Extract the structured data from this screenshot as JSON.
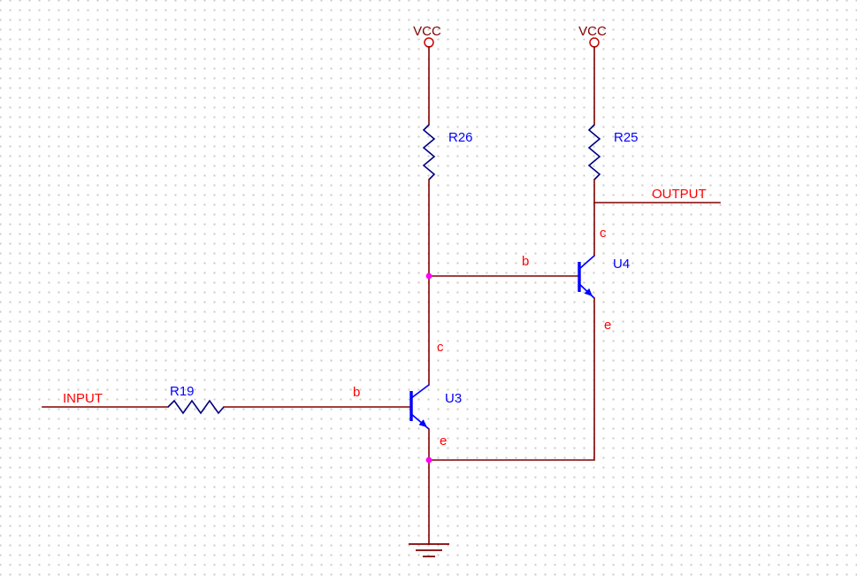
{
  "schematic": {
    "power": {
      "left_label": "VCC",
      "right_label": "VCC"
    },
    "resistors": {
      "r26": "R26",
      "r25": "R25",
      "r19": "R19"
    },
    "transistors": {
      "u3": {
        "ref": "U3",
        "base": "b",
        "collector": "c",
        "emitter": "e"
      },
      "u4": {
        "ref": "U4",
        "base": "b",
        "collector": "c",
        "emitter": "e"
      }
    },
    "ports": {
      "input": "INPUT",
      "output": "OUTPUT"
    }
  },
  "colors": {
    "background": "#ffffff",
    "grid_dot": "#c9c9c9",
    "wire": "#800000",
    "net_label": "#ff0000",
    "designator": "#0000ff",
    "symbol": "#0000ff",
    "resistor": "#000080",
    "junction": "#ff00ff",
    "power_text": "#800000",
    "port_circle": "#cc0000"
  }
}
